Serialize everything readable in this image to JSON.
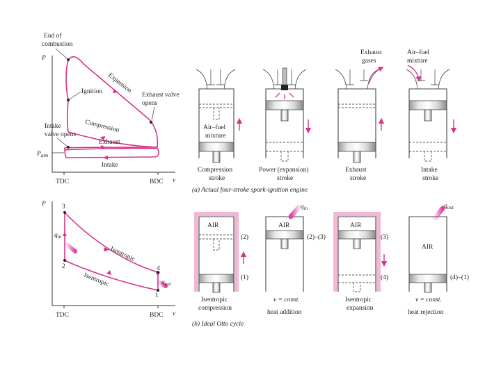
{
  "actual": {
    "y_axis": "P",
    "patm_p": "P",
    "patm_sub": "atm",
    "x_axis": "v",
    "tdc": "TDC",
    "bdc": "BDC",
    "end_of_combustion_1": "End of",
    "end_of_combustion_2": "combustion",
    "ignition": "Ignition",
    "expansion": "Expansion",
    "exhaust_valve_1": "Exhaust valve",
    "exhaust_valve_2": "opens",
    "compression": "Compression",
    "intake_valve_1": "Intake",
    "intake_valve_2": "valve opens",
    "exhaust": "Exhaust",
    "intake": "Intake",
    "exhaust_gases_1": "Exhaust",
    "exhaust_gases_2": "gases",
    "air_fuel_top_1": "Air–fuel",
    "air_fuel_top_2": "mixture",
    "air_fuel_in_1": "Air–fuel",
    "air_fuel_in_2": "mixture",
    "stroke1_1": "Compression",
    "stroke1_2": "stroke",
    "stroke2_1": "Power (expansion)",
    "stroke2_2": "stroke",
    "stroke3_1": "Exhaust",
    "stroke3_2": "stroke",
    "stroke4_1": "Intake",
    "stroke4_2": "stroke",
    "caption": "(a) Actual four-stroke spark-ignition engine"
  },
  "ideal": {
    "y_axis": "P",
    "x_axis": "v",
    "tdc": "TDC",
    "bdc": "BDC",
    "p1": "1",
    "p2": "2",
    "p3": "3",
    "p4": "4",
    "qin_q": "q",
    "qin_sub": "in",
    "qout_q": "q",
    "qout_sub": "out",
    "isentropic_top": "Isentropic",
    "isentropic_bottom": "Isentropic",
    "air1": "AIR",
    "air2": "AIR",
    "air3": "AIR",
    "air4": "AIR",
    "s_2": "(2)",
    "s_1": "(1)",
    "s_23": "(2)–(3)",
    "s_3": "(3)",
    "s_4": "(4)",
    "s_41": "(4)–(1)",
    "qin2_q": "q",
    "qin2_sub": "in",
    "qout2_q": "q",
    "qout2_sub": "out",
    "proc1_1": "Isentropic",
    "proc1_2": "compression",
    "proc2_1": "v = const.",
    "proc2_2": "heat addition",
    "proc3_1": "Isentropic",
    "proc3_2": "expansion",
    "proc4_1": "v = const.",
    "proc4_2": "heat rejection",
    "caption": "(b) Ideal Otto cycle"
  },
  "colors": {
    "cycle_line": "#d6338a",
    "heat_shading": "#f4b6d6",
    "arrow": "#e0409a"
  }
}
